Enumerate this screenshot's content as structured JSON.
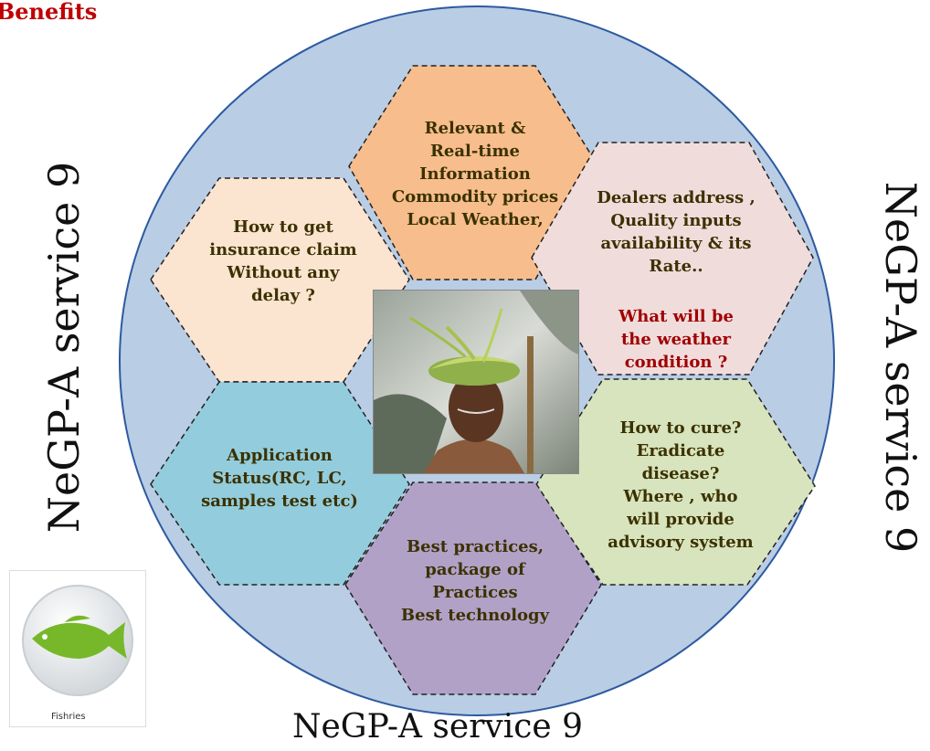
{
  "title": "Benefits",
  "side_labels": {
    "left": "NeGP-A service 9",
    "right": "NeGP-A service 9",
    "bottom": "NeGP-A service 9"
  },
  "hexagons": [
    {
      "id": "top",
      "color": "#f7bd8c",
      "text": "Relevant &\nReal-time\nInformation\nCommodity  prices\nLocal Weather,"
    },
    {
      "id": "upper-left",
      "color": "#fbe4d0",
      "text": "How to  get\ninsurance claim\nWithout any\ndelay ?"
    },
    {
      "id": "upper-right",
      "color": "#f1dcdc",
      "text": "Dealers address ,\nQuality inputs\navailability & its\nRate..",
      "highlight": "What will be\nthe weather\ncondition  ?"
    },
    {
      "id": "lower-left",
      "color": "#93cddd",
      "text": "Application\nStatus(RC, LC,\nsamples test etc)"
    },
    {
      "id": "lower-right",
      "color": "#d7e4bd",
      "text": "How to cure?\nEradicate\ndisease?\nWhere , who\nwill provide\nadvisory system"
    },
    {
      "id": "bottom",
      "color": "#b2a1c7",
      "text": "Best practices,\npackage of\nPractices\nBest technology"
    }
  ],
  "fish_tile": {
    "caption": "Fishries",
    "fish_color": "#76b82a"
  },
  "colors": {
    "circle": "#b9cde4",
    "circle_border": "#2d5aa0",
    "title": "#c00000"
  }
}
